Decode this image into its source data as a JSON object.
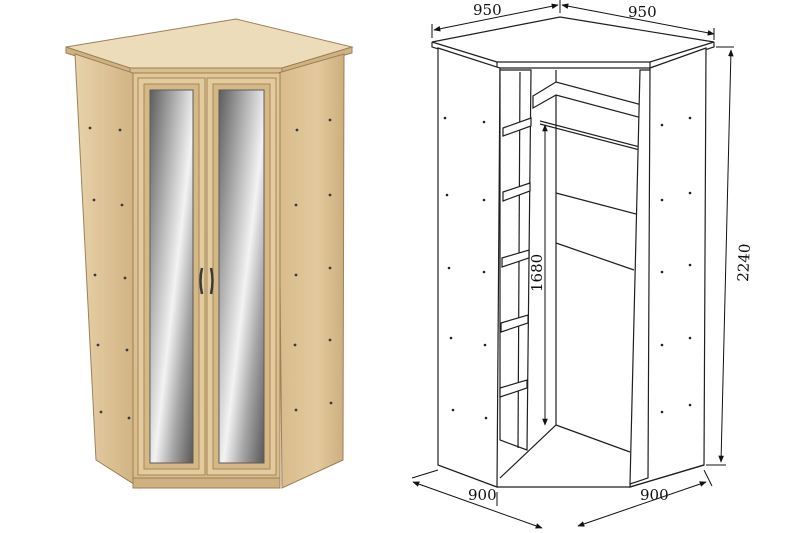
{
  "dimensions": {
    "top_left_width": "950",
    "top_right_width": "950",
    "bottom_left_depth": "900",
    "bottom_right_depth": "900",
    "total_height": "2240",
    "rail_height": "1680"
  },
  "colors": {
    "wood_light": "#e6cfa4",
    "wood_mid": "#d7ba89",
    "wood_dark": "#b89a69",
    "mirror_light": "#e9e9e9",
    "mirror_dark": "#6e6e6e",
    "outline": "#2b2b2b"
  },
  "icons": [
    "door-handle-icon",
    "dimension-arrow-icon"
  ]
}
